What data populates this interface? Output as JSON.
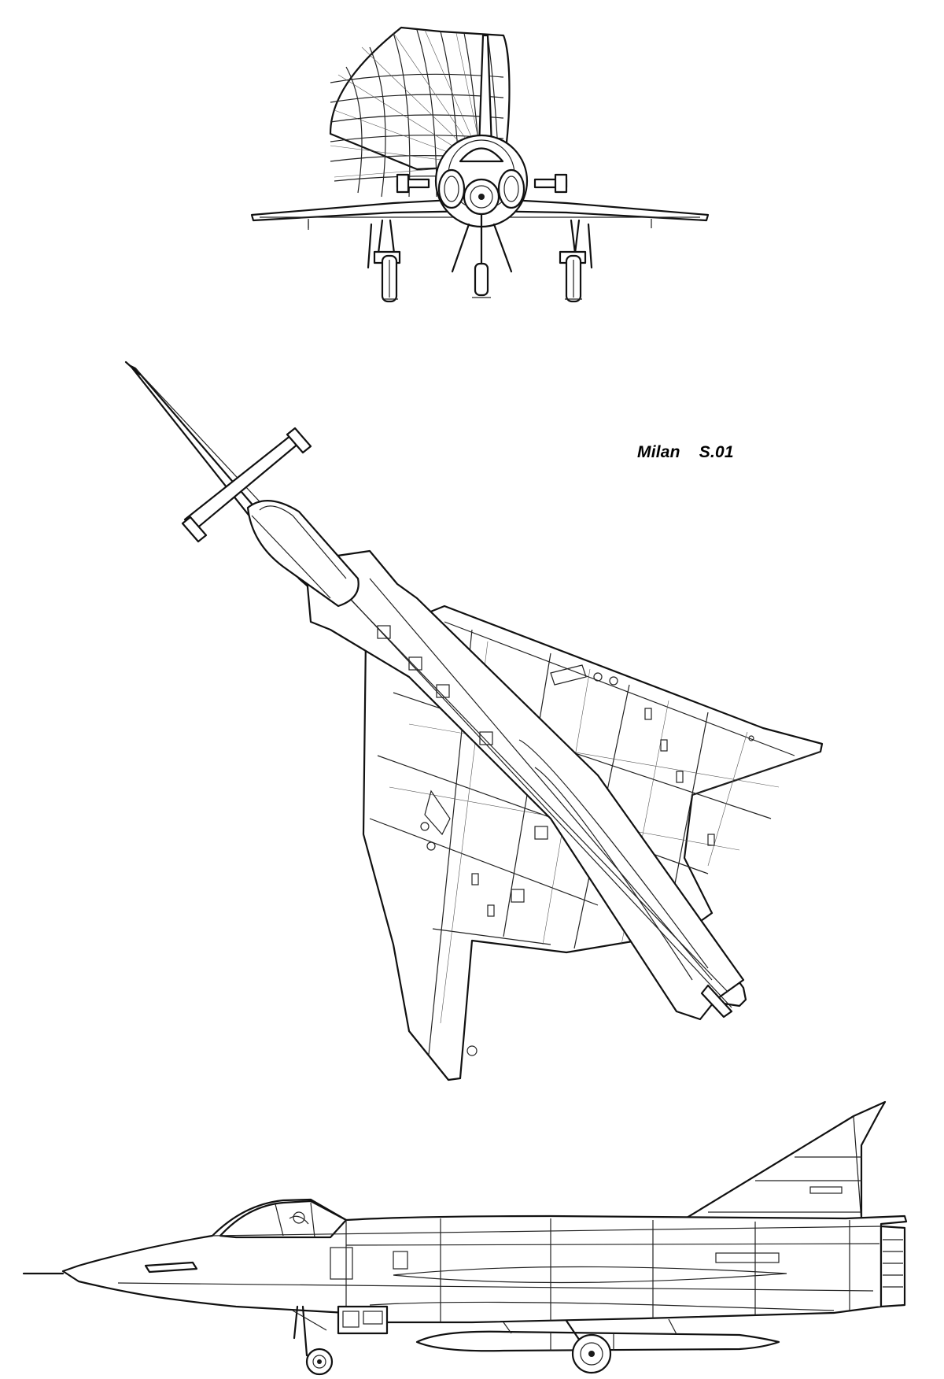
{
  "drawing": {
    "title": "Milan    S.01",
    "views": [
      "front-view",
      "plan-view",
      "side-view"
    ]
  }
}
